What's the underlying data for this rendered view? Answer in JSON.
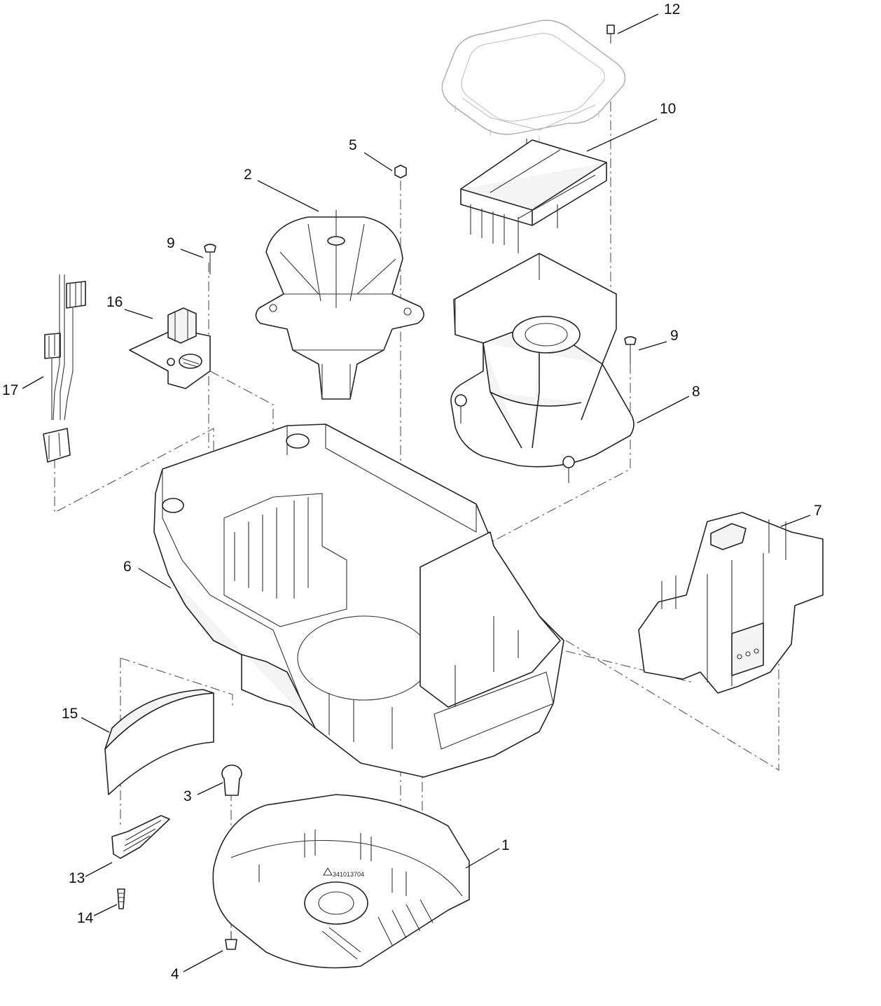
{
  "callouts": {
    "p1": "1",
    "p2": "2",
    "p3": "3",
    "p4": "4",
    "p5": "5",
    "p6": "6",
    "p7": "7",
    "p8": "8",
    "p9a": "9",
    "p9b": "9",
    "p10": "10",
    "p12": "12",
    "p13": "13",
    "p14": "14",
    "p15": "15",
    "p16": "16",
    "p17": "17"
  },
  "part_marking": "341013704"
}
